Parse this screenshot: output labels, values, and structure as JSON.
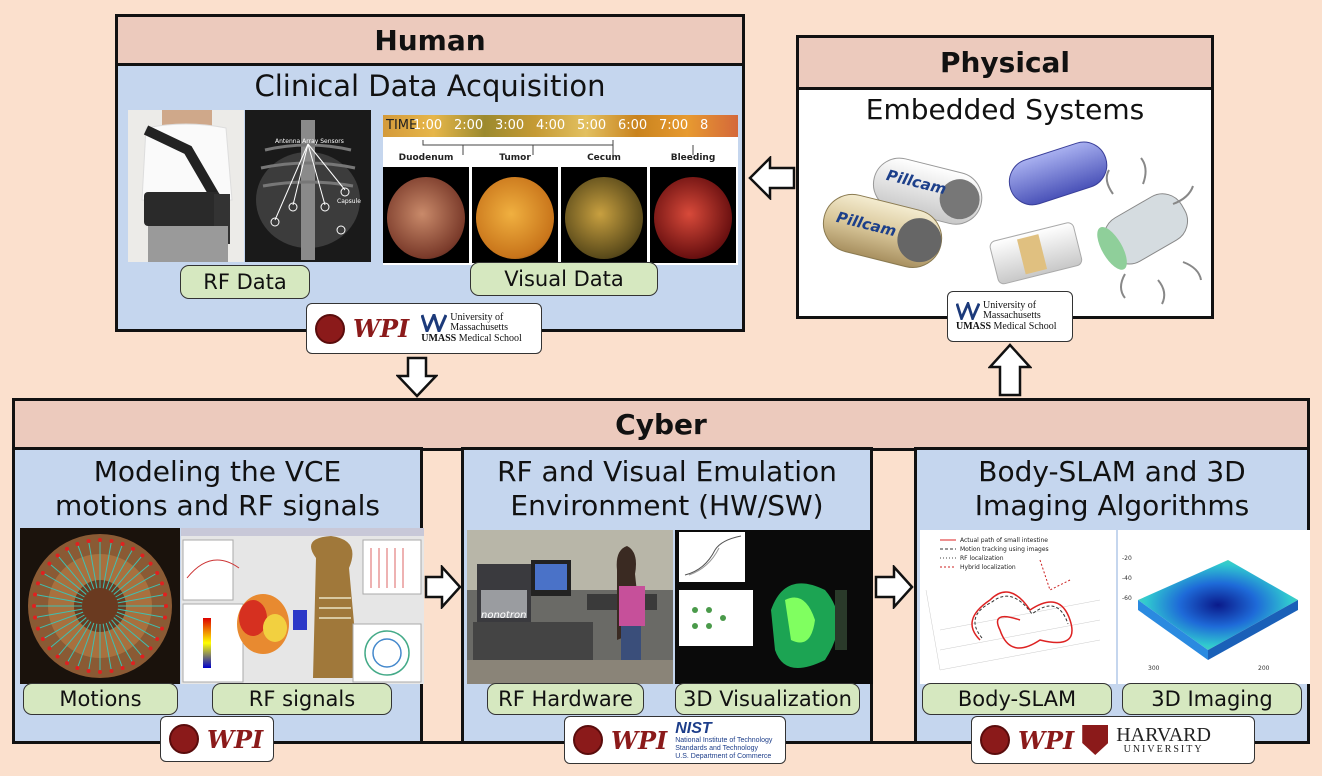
{
  "human": {
    "header": "Human",
    "title": "Clinical Data Acquisition",
    "labels": {
      "rf": "RF Data",
      "visual": "Visual Data"
    },
    "xray_label": "Antenna Array Sensors",
    "xray_capsule": "Capsule",
    "video": {
      "time_label": "TIME",
      "times": [
        "1:00",
        "2:00",
        "3:00",
        "4:00",
        "5:00",
        "6:00",
        "7:00",
        "8"
      ],
      "frames": [
        "Duodenum",
        "Tumor",
        "Cecum",
        "Bleeding"
      ]
    },
    "logos": {
      "wpi": "WPI",
      "umass": [
        "University of",
        "Massachusetts",
        "Medical School"
      ],
      "umass_mark": "UMASS"
    }
  },
  "physical": {
    "header": "Physical",
    "title": "Embedded Systems",
    "pillcam_text": "Pillcam",
    "logos": {
      "umass": [
        "University of",
        "Massachusetts",
        "Medical School"
      ],
      "umass_mark": "UMASS"
    }
  },
  "cyber": {
    "header": "Cyber",
    "modeling": {
      "title_line1": "Modeling the VCE",
      "title_line2": "motions and RF signals",
      "labels": {
        "motions": "Motions",
        "rf": "RF signals"
      },
      "logo": "WPI"
    },
    "emulation": {
      "title_line1": "RF and Visual Emulation",
      "title_line2": "Environment (HW/SW)",
      "labels": {
        "hw": "RF Hardware",
        "vis": "3D Visualization"
      },
      "nonotron": "nonotron",
      "logo": "WPI",
      "nist": {
        "mark": "NIST",
        "lines": [
          "National Institute of Technology",
          "Standards and Technology",
          "U.S. Department of Commerce"
        ]
      }
    },
    "slam": {
      "title_line1": "Body-SLAM and 3D",
      "title_line2": "Imaging Algorithms",
      "labels": {
        "slam": "Body-SLAM",
        "imaging": "3D Imaging"
      },
      "legend": [
        "Actual path of small intestine",
        "Motion tracking using images",
        "RF localization",
        "Hybrid localization"
      ],
      "logo": "WPI",
      "harvard": {
        "name": "HARVARD",
        "sub": "UNIVERSITY"
      }
    }
  },
  "colors": {
    "background": "#fbe0cd",
    "header": "#eccabd",
    "panel": "#c5d6ee",
    "label": "#d6e8c0",
    "wpi": "#8b1a1a"
  }
}
